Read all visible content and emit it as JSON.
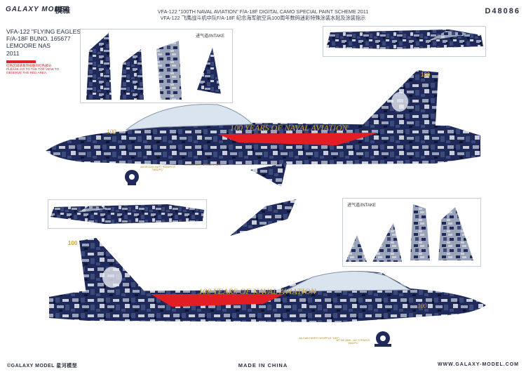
{
  "header": {
    "brand": "GALAXY MODEL",
    "brand_cn": "模雅",
    "title_en": "VFA-122 \"100TH NAVAL AVIATION\" F/A-18F DIGITAL CAMO SPECIAL PAINT SCHEME 2011",
    "title_cn": "VFA-122 飞鹰战斗机中队F/A-18F 纪念海军航空兵100周年数码迷彩特殊涂装水贴及涂装指示",
    "product_code": "D48086"
  },
  "aircraft_info": {
    "line1": "VFA-122 \"FLYING EAGLES\"",
    "line2": "F/A-18F BUNO. 165677",
    "line3": "LEMOORE NAS",
    "line4": "2011",
    "note_cn": "红色区域请看顶视图的红色部分",
    "note_en": "PLEASE GO TO THE TOP VIEW TO OBSERVE THE RED AREA."
  },
  "panels": {
    "intake_label_top": "进气道/INTAKE",
    "intake_label_bottom": "进气道/INTAKE"
  },
  "markings": {
    "banner_text": "100 YEARS OF NAVAL AVIATION",
    "modex": "100",
    "callout_a": "AEOA DAN MATT ROBERTS \"MADPC\"",
    "callout_b": "AA DAN MATT BRUBLIN \"BEE\"",
    "callout_c": "AA DAN HARRY WHIPPLE \"DEF\"",
    "callout_d": "W7 DE AMK. JAY STENELS \"MADPC\""
  },
  "colors": {
    "camo_dark": "#1f2a5a",
    "camo_mid": "#3b4a7a",
    "camo_light": "#9aa3b8",
    "camo_pale": "#c9ced9",
    "accent_red": "#e31d24",
    "gold": "#c9a13a",
    "canopy": "#d9e4ee"
  },
  "footer": {
    "left": "©GALAXY MODEL 星河模型",
    "center": "MADE IN CHINA",
    "right": "WWW.GALAXY-MODEL.COM"
  }
}
